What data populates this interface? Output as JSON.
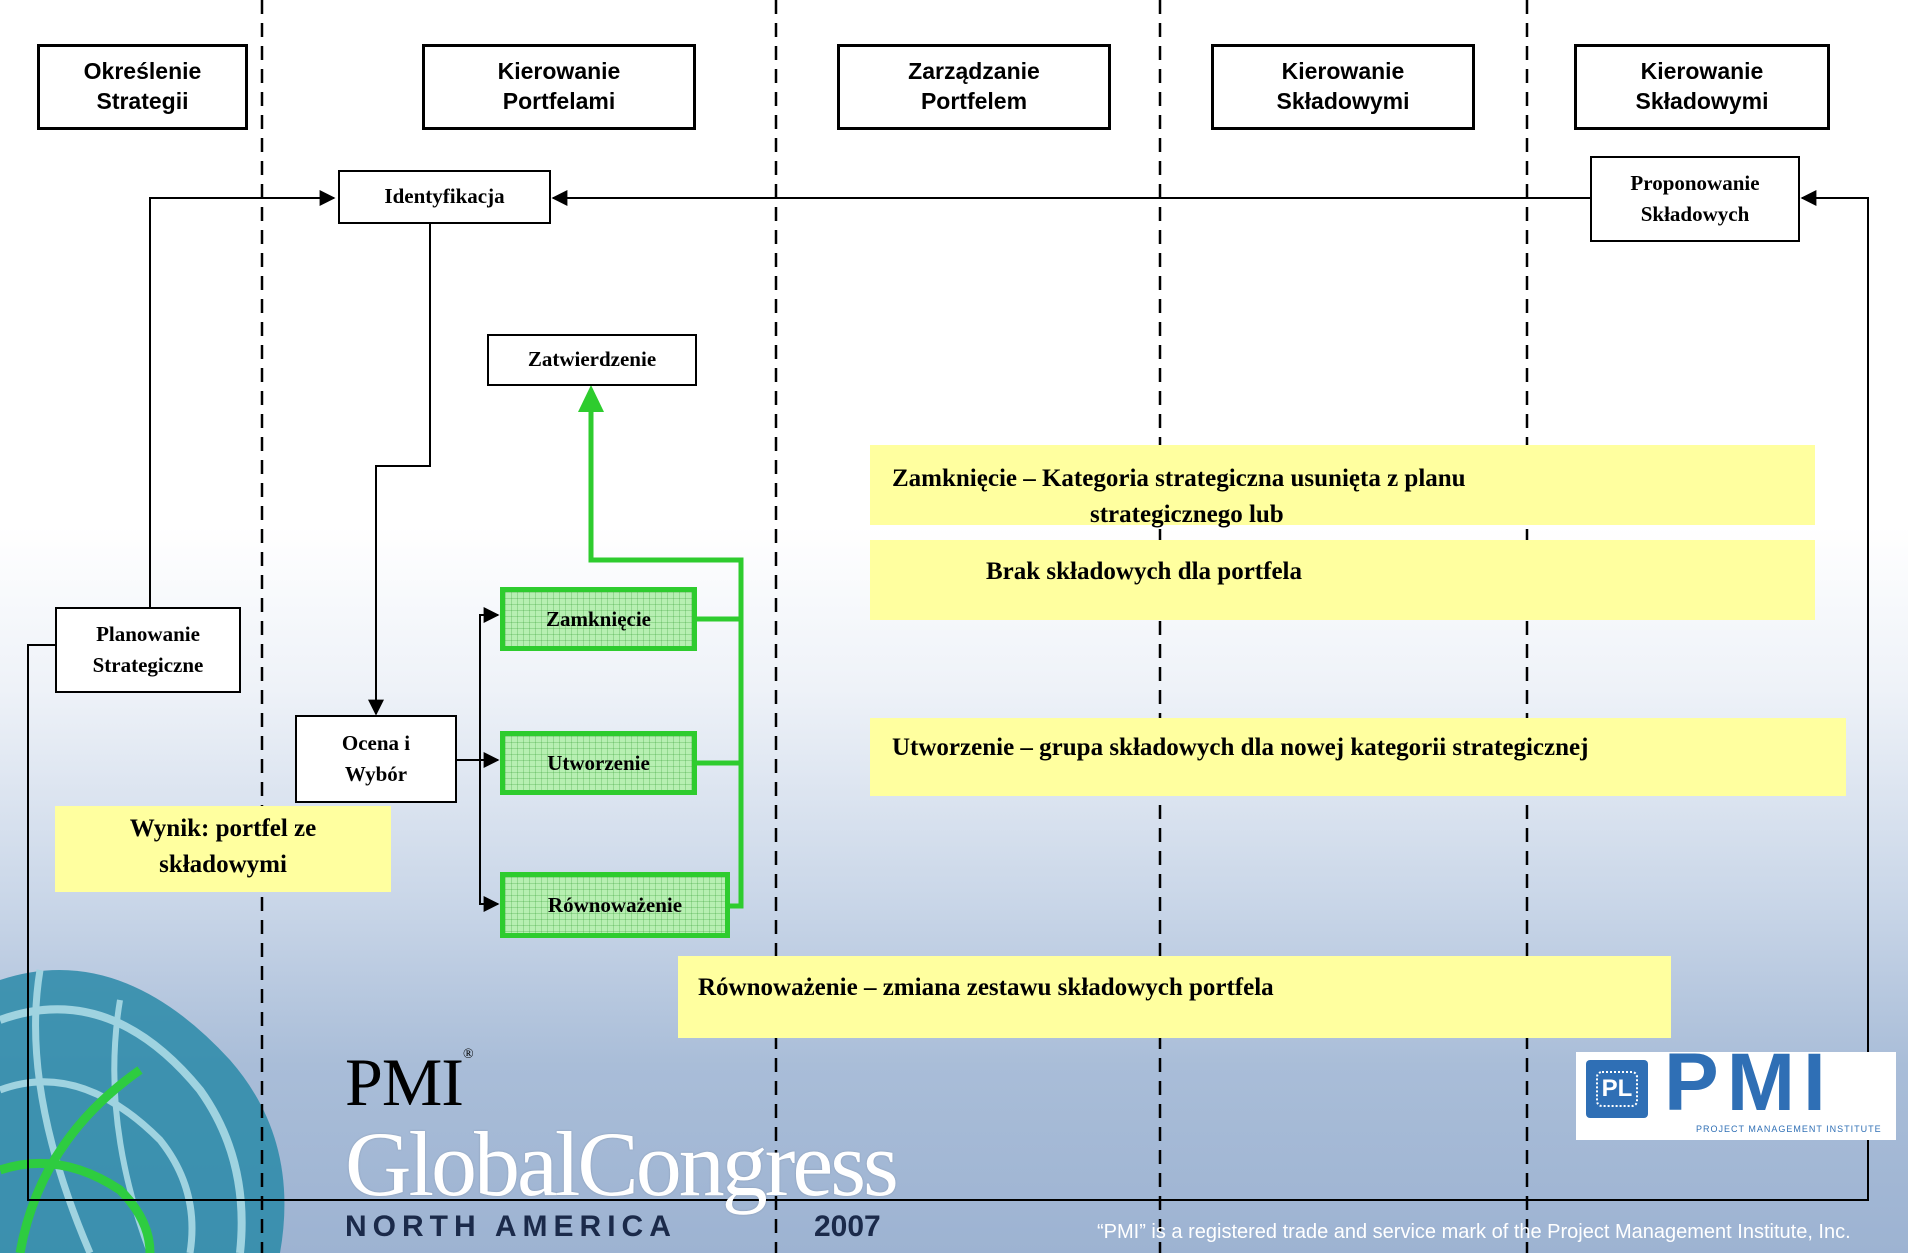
{
  "lanes": [
    {
      "label": "Określenie Strategii"
    },
    {
      "label": "Kierowanie Portfelami"
    },
    {
      "label": "Zarządzanie Portfelem"
    },
    {
      "label": "Kierowanie Składowymi"
    },
    {
      "label": "Kierowanie Składowymi"
    }
  ],
  "process": {
    "identyfikacja": "Identyfikacja",
    "proponowanie": "Proponowanie Składowych",
    "zatwierdzenie": "Zatwierdzenie",
    "planowanie": "Planowanie Strategiczne",
    "ocena": "Ocena i Wybór",
    "zamkniecie": "Zamknięcie",
    "utworzenie": "Utworzenie",
    "rownowazenie": "Równoważenie"
  },
  "notes": {
    "zamkniecie_line1": "Zamknięcie – Kategoria strategiczna usunięta z planu",
    "zamkniecie_line2": "strategicznego lub",
    "brak": "Brak składowych dla portfela",
    "utworzenie": "Utworzenie – grupa składowych dla nowej kategorii strategicznej",
    "rownowazenie": "Równoważenie – zmiana zestawu składowych portfela",
    "wynik": "Wynik: portfel ze składowymi"
  },
  "branding": {
    "pmi": "PMI",
    "registered": "®",
    "global_congress": "GlobalCongress",
    "north_america": "NORTH AMERICA",
    "year": "2007",
    "pl_badge": "PL",
    "pmi_small": "PMI",
    "institute": "PROJECT MANAGEMENT INSTITUTE",
    "footer": "“PMI” is a registered trade and service mark of the Project Management Institute, Inc."
  },
  "colors": {
    "green": "#2ecc2e",
    "note_yellow": "#ffff9f",
    "navy": "#1b2a4a"
  }
}
